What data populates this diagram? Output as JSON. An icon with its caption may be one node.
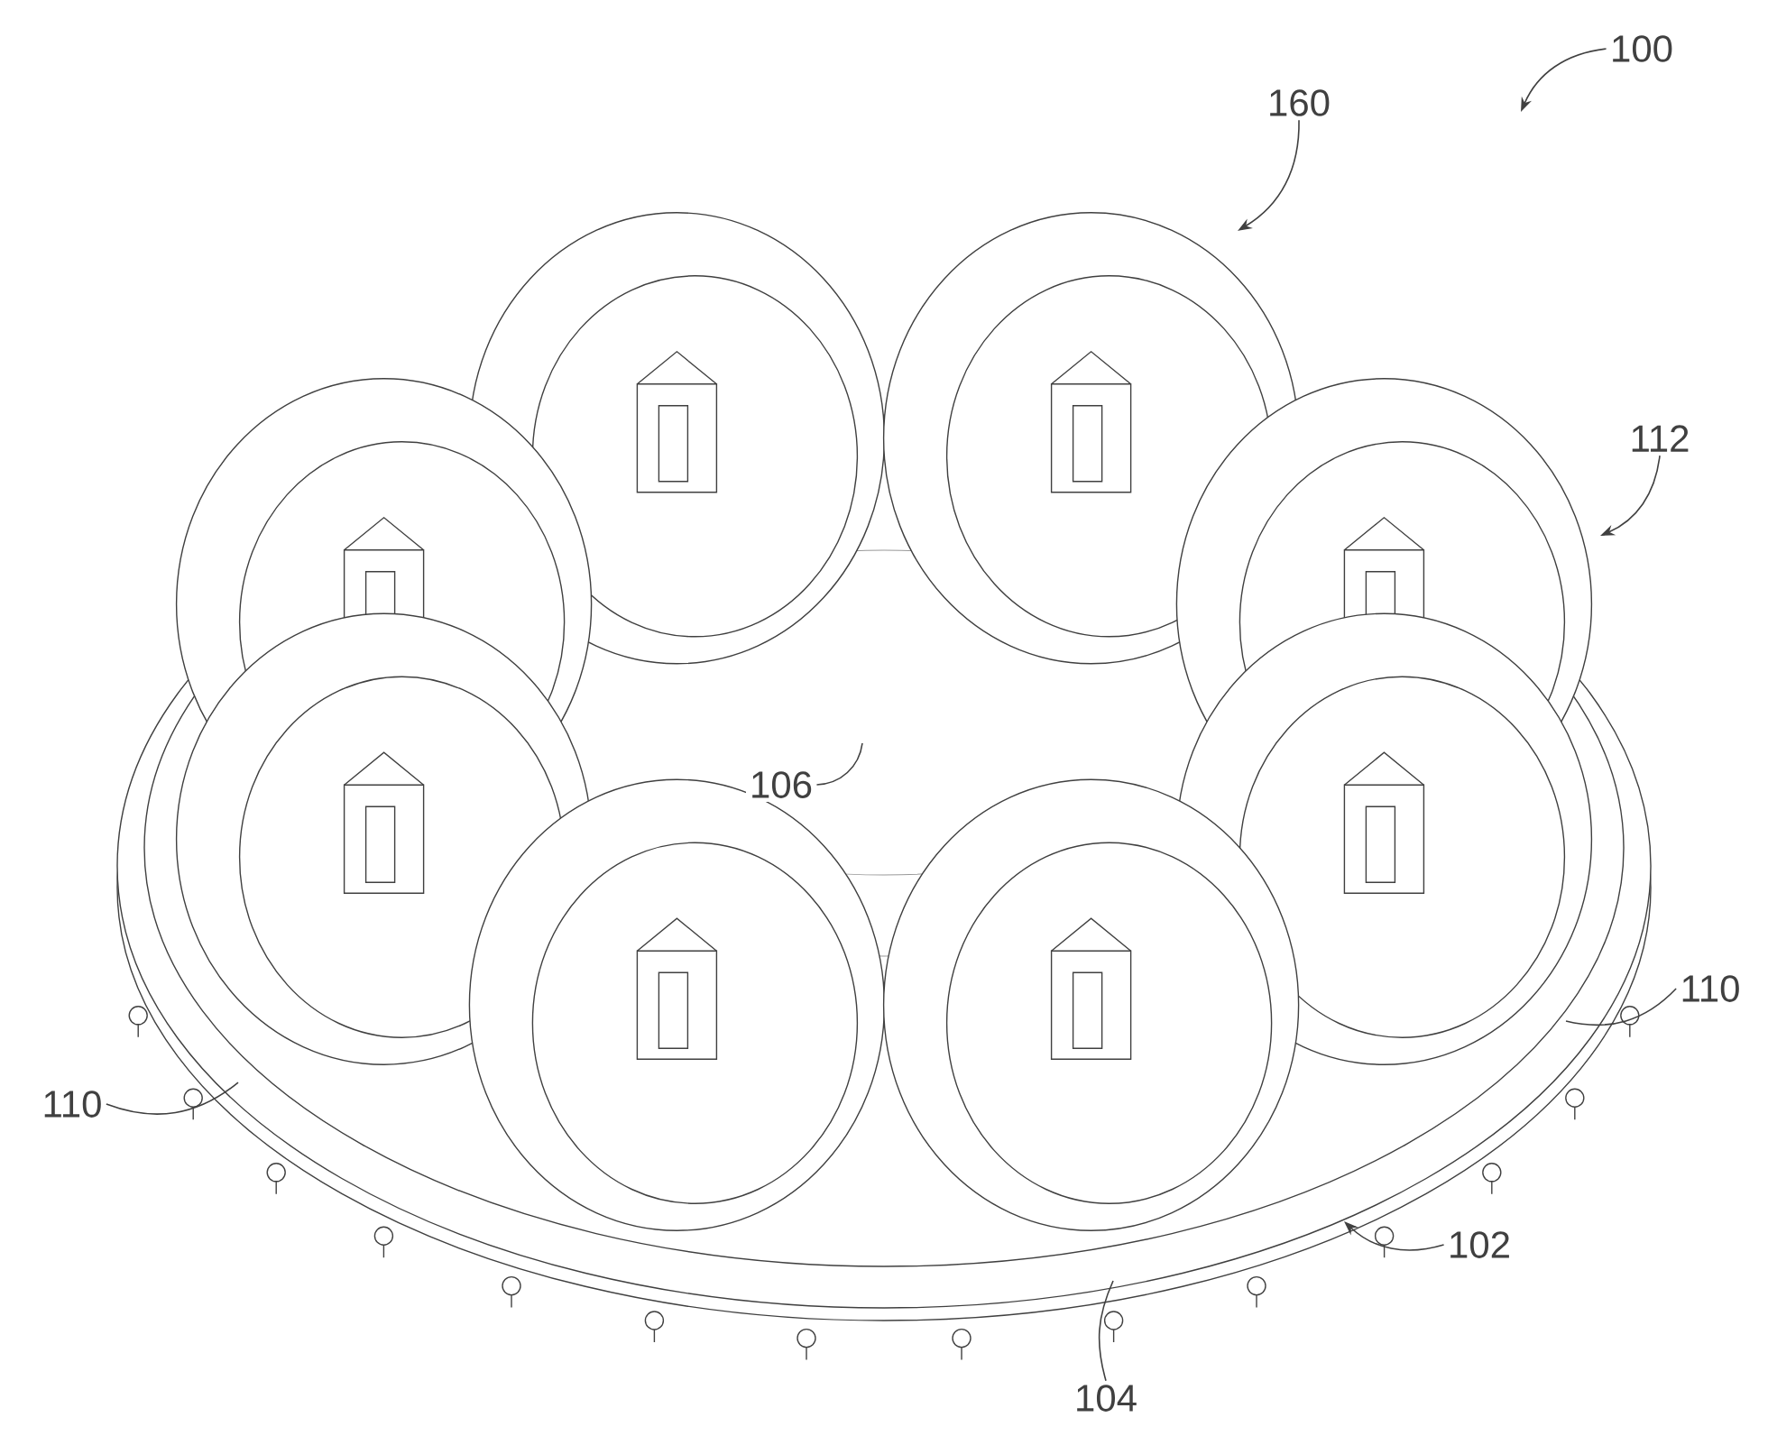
{
  "diagram": {
    "nodes": [
      {
        "text": [
          "100"
        ]
      },
      {
        "text": [
          "160"
        ]
      },
      {
        "text": [
          "112"
        ]
      },
      {
        "text": [
          "106"
        ]
      },
      {
        "text": [
          "110"
        ]
      },
      {
        "text": [
          "110"
        ]
      },
      {
        "text": [
          "102"
        ]
      },
      {
        "text": [
          "104"
        ]
      }
    ],
    "edges": [
      {
        "from": 0,
        "to": null,
        "arrow": "to"
      },
      {
        "from": 1,
        "to": null,
        "arrow": "to"
      },
      {
        "from": 2,
        "to": null,
        "arrow": "to"
      },
      {
        "from": 3,
        "to": null,
        "arrow": "none"
      },
      {
        "from": 4,
        "to": null,
        "arrow": "none"
      },
      {
        "from": 5,
        "to": null,
        "arrow": "none"
      },
      {
        "from": 6,
        "to": null,
        "arrow": "to"
      },
      {
        "from": 7,
        "to": null,
        "arrow": "none"
      }
    ]
  }
}
